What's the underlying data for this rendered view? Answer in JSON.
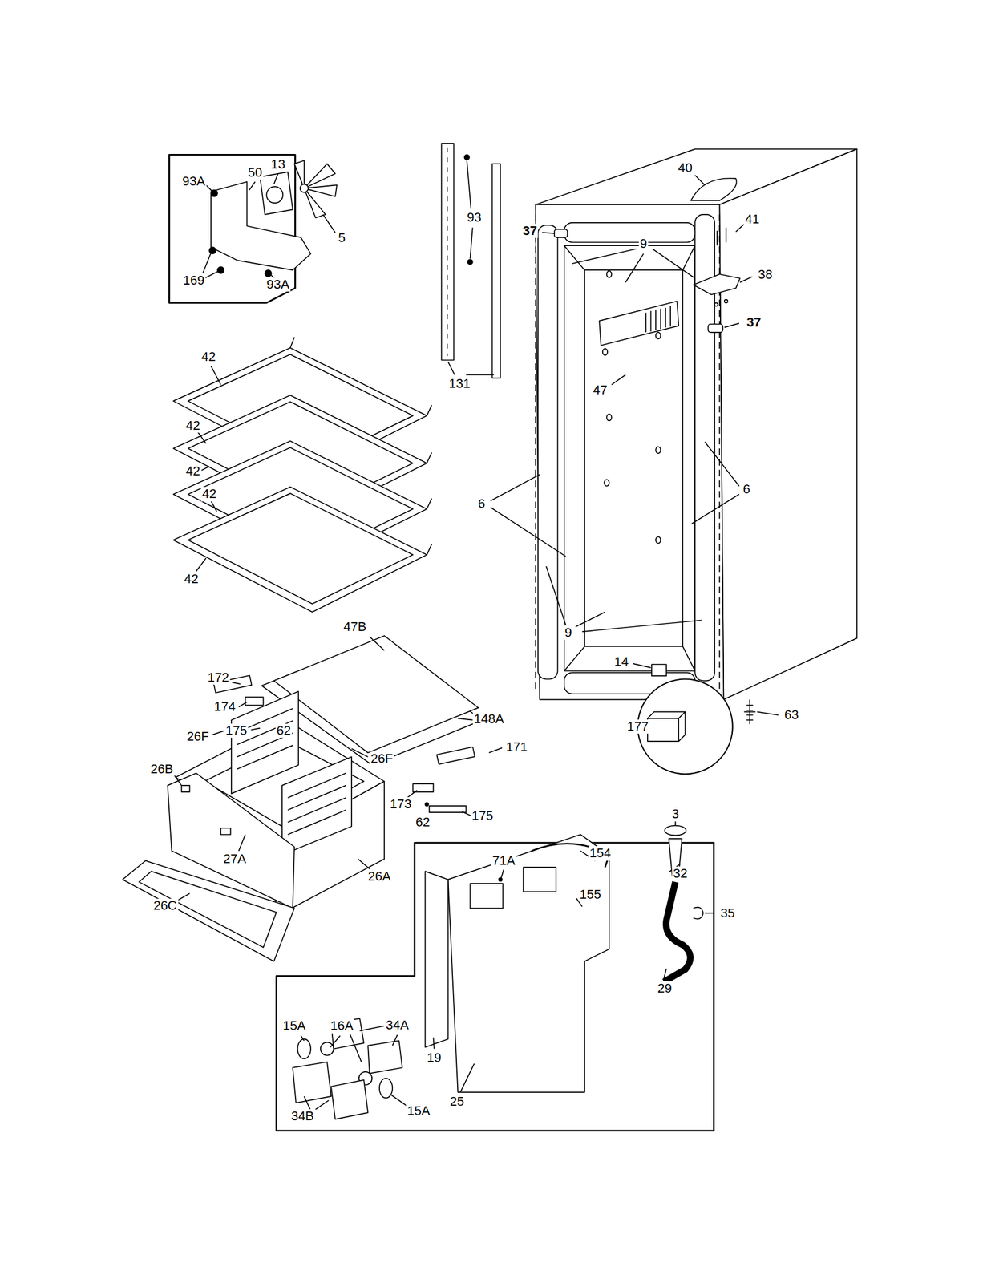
{
  "diagram": {
    "labels": [
      "13",
      "50",
      "93A",
      "5",
      "169",
      "93A",
      "93",
      "37",
      "9",
      "40",
      "41",
      "38",
      "37",
      "42",
      "42",
      "42",
      "42",
      "42",
      "47",
      "131",
      "6",
      "6",
      "9",
      "14",
      "177",
      "63",
      "47B",
      "172",
      "174",
      "175",
      "62",
      "148A",
      "26F",
      "171",
      "26F",
      "26B",
      "173",
      "62",
      "175",
      "3",
      "32",
      "35",
      "27A",
      "26A",
      "26C",
      "71A",
      "154",
      "155",
      "29",
      "15A",
      "16A",
      "34A",
      "19",
      "25",
      "34B",
      "15A"
    ]
  }
}
